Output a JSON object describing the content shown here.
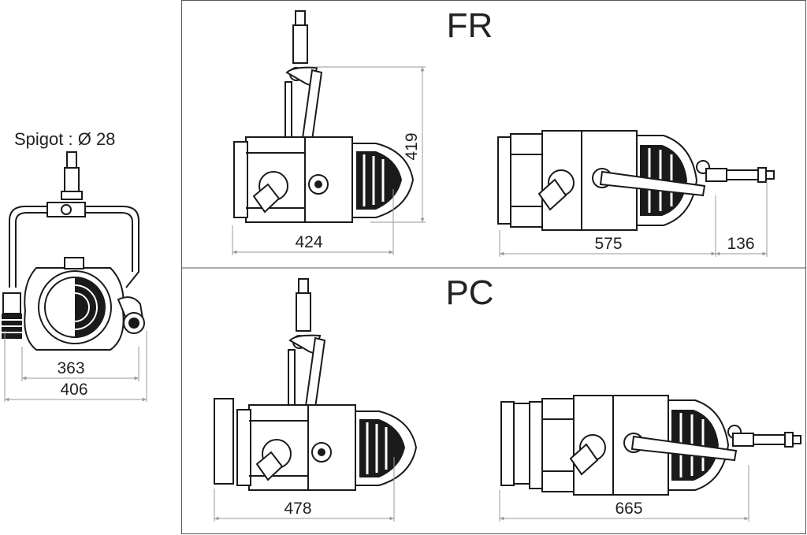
{
  "front_view": {
    "spigot_label": "Spigot : Ø 28",
    "width_inner": "363",
    "width_outer": "406"
  },
  "fr_section": {
    "title": "FR",
    "side_length": "424",
    "side_height": "419",
    "top_length": "575",
    "spigot_length": "136"
  },
  "pc_section": {
    "title": "PC",
    "side_length": "478",
    "top_length": "665"
  }
}
